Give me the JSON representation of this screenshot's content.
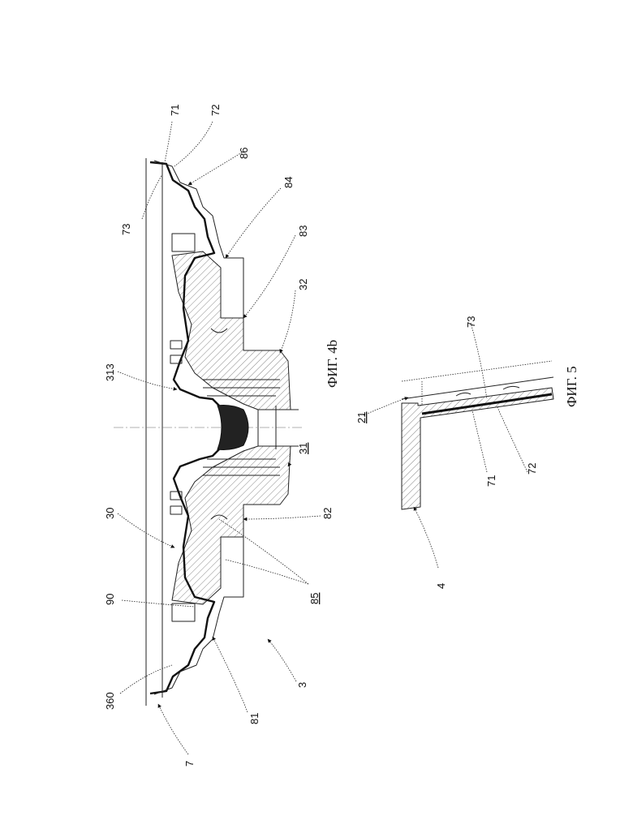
{
  "figure_4b": {
    "caption": "ФИГ. 4b",
    "labels": {
      "l71": "71",
      "l72": "72",
      "l86": "86",
      "l73": "73",
      "l84": "84",
      "l83": "83",
      "l32": "32",
      "l313": "313",
      "l31": "31",
      "l30": "30",
      "l82": "82",
      "l90": "90",
      "l85": "85",
      "l360": "360",
      "l81": "81",
      "l3": "3",
      "l7": "7"
    }
  },
  "figure_5": {
    "caption": "ФИГ. 5",
    "labels": {
      "l73": "73",
      "l21": "21",
      "l71": "71",
      "l72": "72",
      "l4": "4"
    }
  },
  "colors": {
    "line": "#111111",
    "background": "#ffffff"
  }
}
